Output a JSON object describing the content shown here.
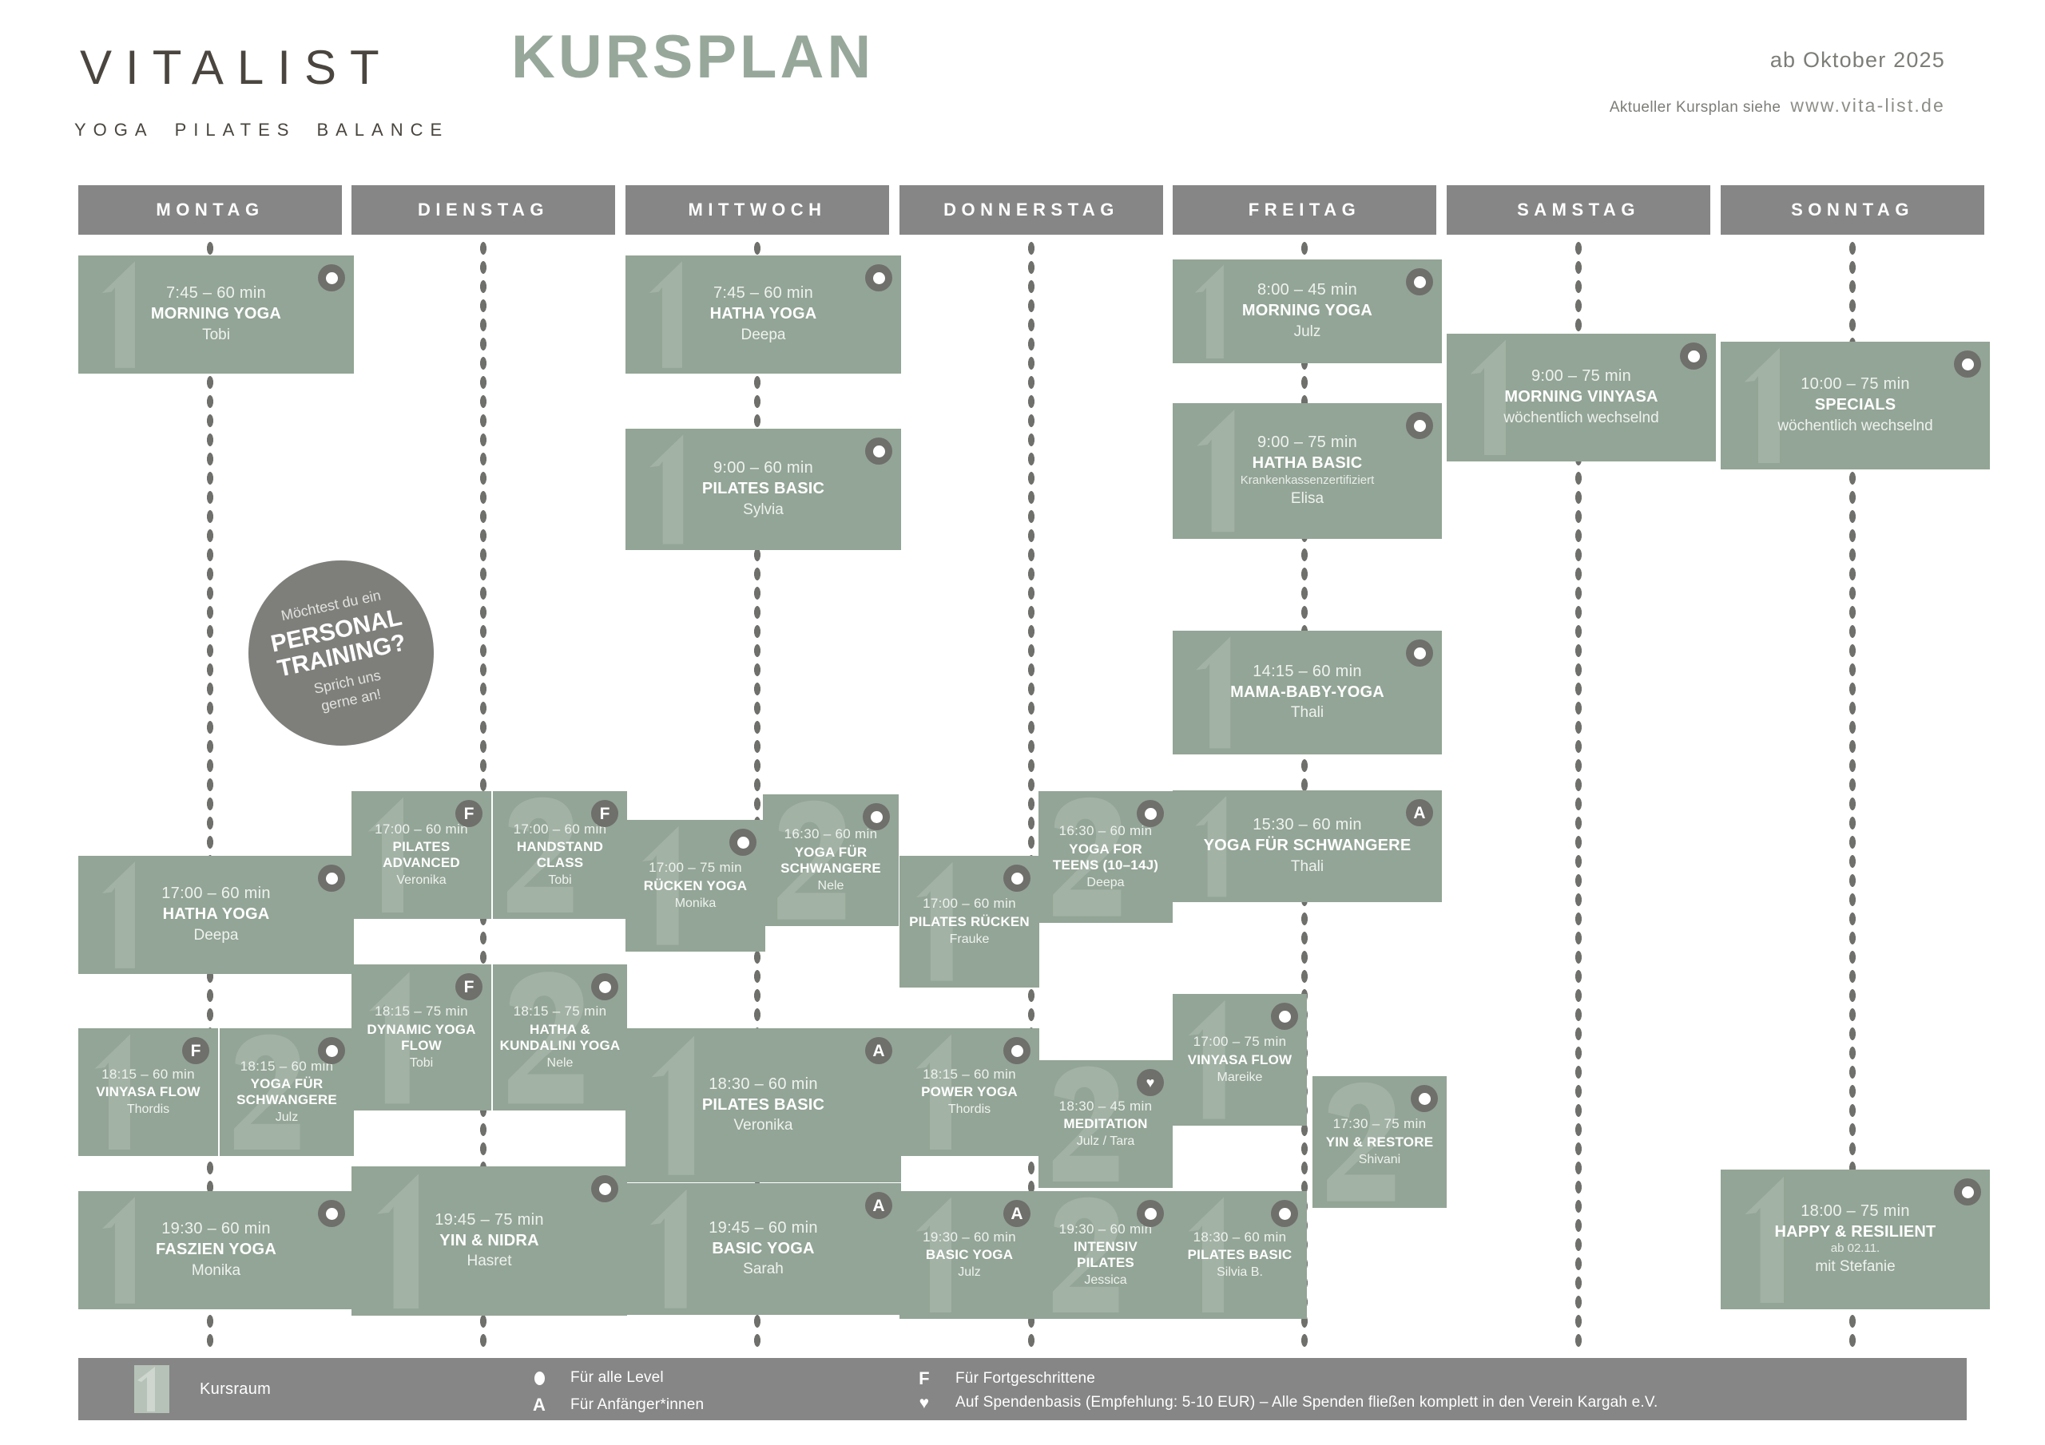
{
  "header": {
    "brand_name": "VITALIST",
    "title": "KURSPLAN",
    "subtitle_items": [
      "YOGA",
      "PILATES",
      "BALANCE"
    ],
    "date": "ab Oktober 2025",
    "note_label": "Aktueller Kursplan siehe",
    "url": "www.vita-list.de"
  },
  "colors": {
    "card": "#93a596",
    "header_bar": "#868686",
    "accent_title": "#97a89b",
    "badge": "#6f6f6c",
    "brand_text": "#4a463f"
  },
  "days": [
    {
      "key": "montag",
      "label": "MONTAG"
    },
    {
      "key": "dienstag",
      "label": "DIENSTAG"
    },
    {
      "key": "mittwoch",
      "label": "MITTWOCH"
    },
    {
      "key": "donnerstag",
      "label": "DONNERSTAG"
    },
    {
      "key": "freitag",
      "label": "FREITAG"
    },
    {
      "key": "samstag",
      "label": "SAMSTAG"
    },
    {
      "key": "sonntag",
      "label": "SONNTAG"
    }
  ],
  "promo": {
    "line1": "Möchtest du ein",
    "line2": "PERSONAL TRAINING?",
    "line3_a": "Sprich uns",
    "line3_b": "gerne an!"
  },
  "courses": {
    "mo1": {
      "time": "7:45 – 60 min",
      "name": "MORNING YOGA",
      "teacher": "Tobi",
      "badge": "dot",
      "room": 1
    },
    "mo2": {
      "time": "17:00 – 60 min",
      "name": "HATHA YOGA",
      "teacher": "Deepa",
      "badge": "dot",
      "room": 1
    },
    "mo3": {
      "time": "18:15 – 60 min",
      "name": "VINYASA FLOW",
      "teacher": "Thordis",
      "badge": "F",
      "room": 1
    },
    "mo4": {
      "time": "18:15 – 60 min",
      "name": "YOGA FÜR SCHWANGERE",
      "teacher": "Julz",
      "badge": "dot",
      "room": 2
    },
    "mo5": {
      "time": "19:30 – 60 min",
      "name": "FASZIEN YOGA",
      "teacher": "Monika",
      "badge": "dot",
      "room": 1
    },
    "di1": {
      "time": "17:00 – 60 min",
      "name": "PILATES ADVANCED",
      "teacher": "Veronika",
      "badge": "F",
      "room": 1
    },
    "di2": {
      "time": "17:00 – 60 min",
      "name": "HANDSTAND CLASS",
      "teacher": "Tobi",
      "badge": "F",
      "room": 2
    },
    "di3": {
      "time": "18:15 – 75 min",
      "name": "DYNAMIC YOGA FLOW",
      "teacher": "Tobi",
      "badge": "F",
      "room": 1
    },
    "di4": {
      "time": "18:15 – 75 min",
      "name": "HATHA & KUNDALINI YOGA",
      "teacher": "Nele",
      "badge": "dot",
      "room": 2
    },
    "di5": {
      "time": "19:45 – 75 min",
      "name": "YIN & NIDRA",
      "teacher": "Hasret",
      "badge": "dot",
      "room": 1
    },
    "mi1": {
      "time": "7:45 – 60 min",
      "name": "HATHA YOGA",
      "teacher": "Deepa",
      "badge": "dot",
      "room": 1
    },
    "mi2": {
      "time": "9:00 – 60 min",
      "name": "PILATES BASIC",
      "teacher": "Sylvia",
      "badge": "dot",
      "room": 1
    },
    "mi3": {
      "time": "17:00 – 75 min",
      "name": "RÜCKEN YOGA",
      "teacher": "Monika",
      "badge": "dot",
      "room": 1
    },
    "mi4": {
      "time": "16:30 – 60 min",
      "name": "YOGA FÜR SCHWANGERE",
      "teacher": "Nele",
      "badge": "dot",
      "room": 2
    },
    "mi5": {
      "time": "18:30 – 60 min",
      "name": "PILATES BASIC",
      "teacher": "Veronika",
      "badge": "A",
      "room": 1
    },
    "mi6": {
      "time": "19:45 – 60 min",
      "name": "BASIC YOGA",
      "teacher": "Sarah",
      "badge": "A",
      "room": 1
    },
    "do1": {
      "time": "16:30 – 60 min",
      "name": "YOGA FOR TEENS (10–14J)",
      "teacher": "Deepa",
      "badge": "dot",
      "room": 2
    },
    "do2": {
      "time": "17:00 – 60 min",
      "name": "PILATES RÜCKEN",
      "teacher": "Frauke",
      "badge": "dot",
      "room": 1
    },
    "do3": {
      "time": "18:15 – 60 min",
      "name": "POWER YOGA",
      "teacher": "Thordis",
      "badge": "dot",
      "room": 1
    },
    "do4": {
      "time": "18:30 – 45 min",
      "name": "MEDITATION",
      "teacher": "Julz / Tara",
      "badge": "heart",
      "room": 2
    },
    "do5": {
      "time": "19:30 – 60 min",
      "name": "BASIC YOGA",
      "teacher": "Julz",
      "badge": "A",
      "room": 1
    },
    "do6": {
      "time": "19:30 – 60 min",
      "name": "INTENSIV PILATES",
      "teacher": "Jessica",
      "badge": "dot",
      "room": 2
    },
    "fr1": {
      "time": "8:00 – 45 min",
      "name": "MORNING YOGA",
      "teacher": "Julz",
      "badge": "dot",
      "room": 1
    },
    "fr2": {
      "time": "9:00 – 75 min",
      "name": "HATHA BASIC",
      "note": "Krankenkassenzertifiziert",
      "teacher": "Elisa",
      "badge": "dot",
      "room": 1
    },
    "fr3": {
      "time": "14:15 – 60 min",
      "name": "MAMA-BABY-YOGA",
      "teacher": "Thali",
      "badge": "dot",
      "room": 1
    },
    "fr4": {
      "time": "15:30 – 60 min",
      "name": "YOGA FÜR SCHWANGERE",
      "teacher": "Thali",
      "badge": "A",
      "room": 1
    },
    "fr5": {
      "time": "17:00 – 75 min",
      "name": "VINYASA FLOW",
      "teacher": "Mareike",
      "badge": "dot",
      "room": 1
    },
    "fr6": {
      "time": "17:30 – 75 min",
      "name": "YIN & RESTORE",
      "teacher": "Shivani",
      "badge": "dot",
      "room": 2
    },
    "fr7": {
      "time": "18:30 – 60 min",
      "name": "PILATES BASIC",
      "teacher": "Silvia B.",
      "badge": "dot",
      "room": 1
    },
    "sa1": {
      "time": "9:00 – 75 min",
      "name": "MORNING VINYASA",
      "teacher": "wöchentlich wechselnd",
      "badge": "dot",
      "room": 1
    },
    "so1": {
      "time": "10:00 – 75 min",
      "name": "SPECIALS",
      "teacher": "wöchentlich wechselnd",
      "badge": "dot",
      "room": 1
    },
    "so2": {
      "time": "18:00 – 75 min",
      "name": "HAPPY & RESILIENT",
      "note": "ab 02.11.",
      "teacher": "mit Stefanie",
      "badge": "dot",
      "room": 1
    }
  },
  "legend": {
    "room_label": "Kursraum",
    "items": [
      {
        "mark": "dot",
        "text": "Für alle Level"
      },
      {
        "mark": "A",
        "text": "Für Anfänger*innen"
      },
      {
        "mark": "F",
        "text": "Für Fortgeschrittene"
      },
      {
        "mark": "heart",
        "text": "Auf Spendenbasis (Empfehlung: 5-10 EUR) – Alle Spenden fließen komplett in den Verein Kargah e.V."
      }
    ]
  }
}
